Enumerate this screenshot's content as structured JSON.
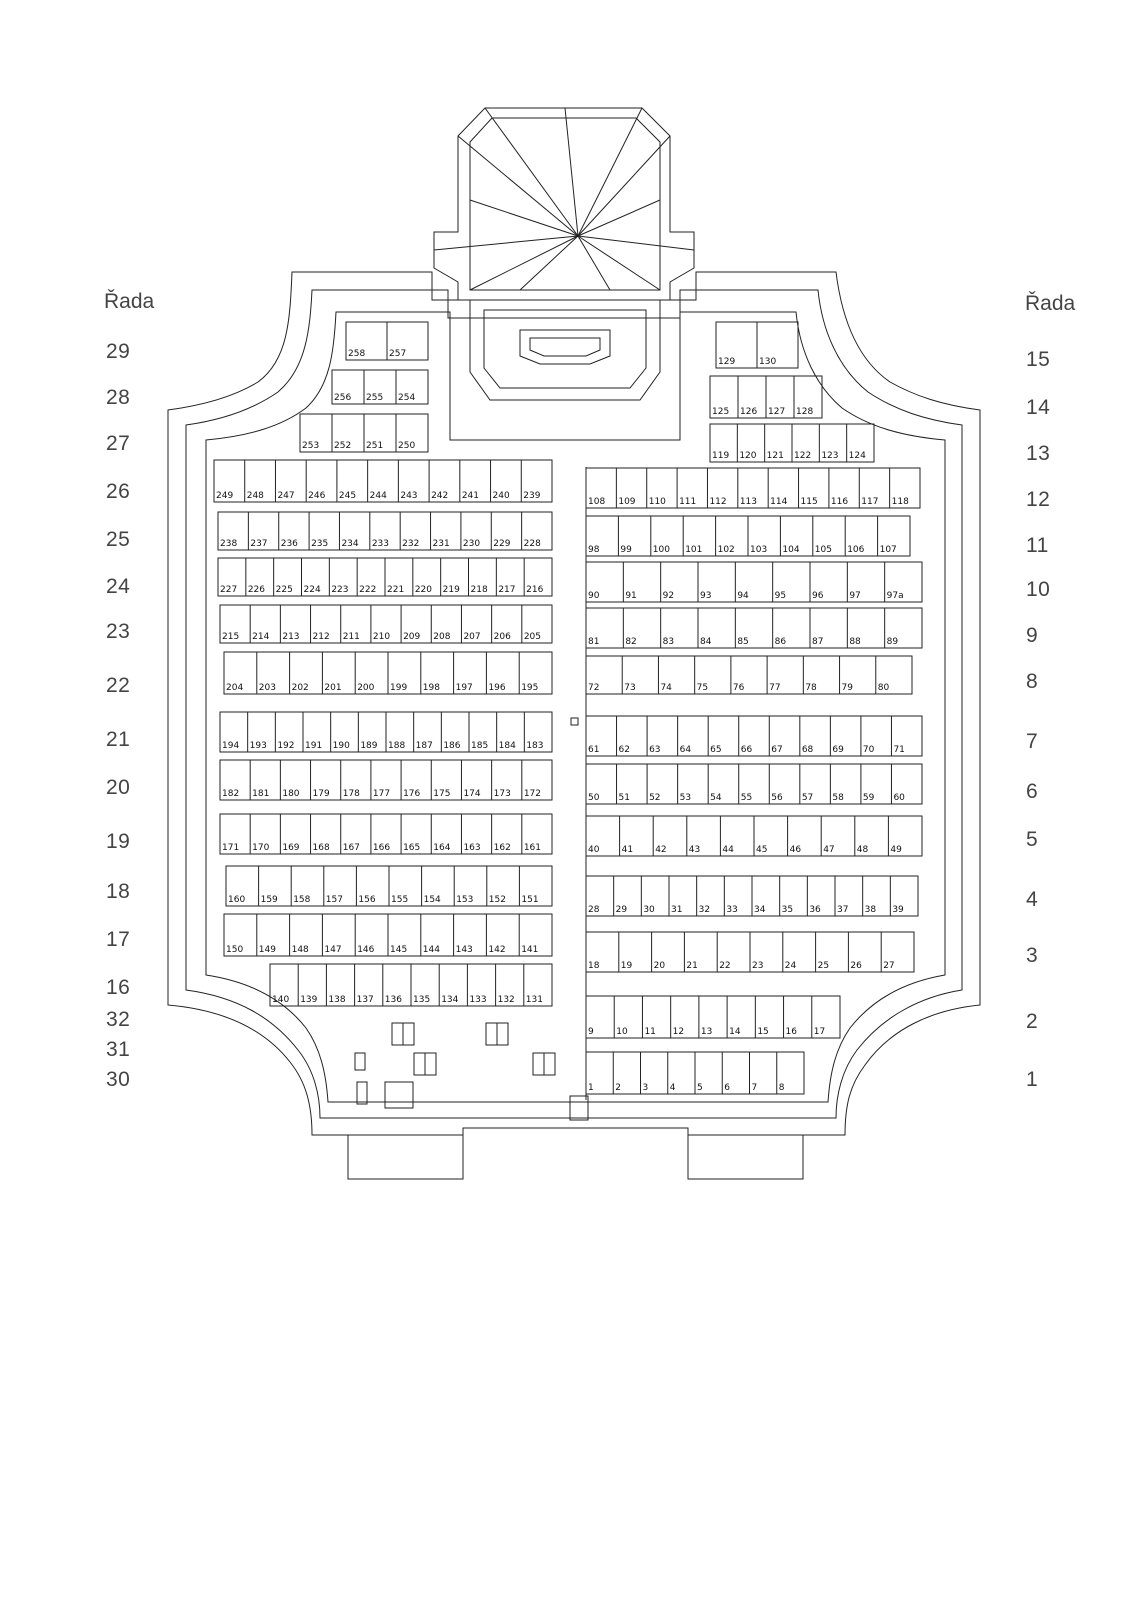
{
  "header_left": "Řada",
  "header_right": "Řada",
  "left_rows": [
    {
      "label": "29",
      "plots": [
        "258",
        "257"
      ]
    },
    {
      "label": "28",
      "plots": [
        "256",
        "255",
        "254"
      ]
    },
    {
      "label": "27",
      "plots": [
        "253",
        "252",
        "251",
        "250"
      ]
    },
    {
      "label": "26",
      "plots": [
        "249",
        "248",
        "247",
        "246",
        "245",
        "244",
        "243",
        "242",
        "241",
        "240",
        "239"
      ]
    },
    {
      "label": "25",
      "plots": [
        "238",
        "237",
        "236",
        "235",
        "234",
        "233",
        "232",
        "231",
        "230",
        "229",
        "228"
      ]
    },
    {
      "label": "24",
      "plots": [
        "227",
        "226",
        "225",
        "224",
        "223",
        "222",
        "221",
        "220",
        "219",
        "218",
        "217",
        "216"
      ]
    },
    {
      "label": "23",
      "plots": [
        "215",
        "214",
        "213",
        "212",
        "211",
        "210",
        "209",
        "208",
        "207",
        "206",
        "205"
      ]
    },
    {
      "label": "22",
      "plots": [
        "204",
        "203",
        "202",
        "201",
        "200",
        "199",
        "198",
        "197",
        "196",
        "195"
      ]
    },
    {
      "label": "21",
      "plots": [
        "194",
        "193",
        "192",
        "191",
        "190",
        "189",
        "188",
        "187",
        "186",
        "185",
        "184",
        "183"
      ]
    },
    {
      "label": "20",
      "plots": [
        "182",
        "181",
        "180",
        "179",
        "178",
        "177",
        "176",
        "175",
        "174",
        "173",
        "172"
      ]
    },
    {
      "label": "19",
      "plots": [
        "171",
        "170",
        "169",
        "168",
        "167",
        "166",
        "165",
        "164",
        "163",
        "162",
        "161"
      ]
    },
    {
      "label": "18",
      "plots": [
        "160",
        "159",
        "158",
        "157",
        "156",
        "155",
        "154",
        "153",
        "152",
        "151"
      ]
    },
    {
      "label": "17",
      "plots": [
        "150",
        "149",
        "148",
        "147",
        "146",
        "145",
        "144",
        "143",
        "142",
        "141"
      ]
    },
    {
      "label": "16",
      "plots": [
        "140",
        "139",
        "138",
        "137",
        "136",
        "135",
        "134",
        "133",
        "132",
        "131"
      ]
    },
    {
      "label": "32",
      "plots": []
    },
    {
      "label": "31",
      "plots": []
    },
    {
      "label": "30",
      "plots": []
    }
  ],
  "right_rows": [
    {
      "label": "15",
      "plots": [
        "129",
        "130"
      ]
    },
    {
      "label": "14",
      "plots": [
        "125",
        "126",
        "127",
        "128"
      ]
    },
    {
      "label": "13",
      "plots": [
        "119",
        "120",
        "121",
        "122",
        "123",
        "124"
      ]
    },
    {
      "label": "12",
      "plots": [
        "108",
        "109",
        "110",
        "111",
        "112",
        "113",
        "114",
        "115",
        "116",
        "117",
        "118"
      ]
    },
    {
      "label": "11",
      "plots": [
        "98",
        "99",
        "100",
        "101",
        "102",
        "103",
        "104",
        "105",
        "106",
        "107"
      ]
    },
    {
      "label": "10",
      "plots": [
        "90",
        "91",
        "92",
        "93",
        "94",
        "95",
        "96",
        "97",
        "97a"
      ]
    },
    {
      "label": "9",
      "plots": [
        "81",
        "82",
        "83",
        "84",
        "85",
        "86",
        "87",
        "88",
        "89"
      ]
    },
    {
      "label": "8",
      "plots": [
        "72",
        "73",
        "74",
        "75",
        "76",
        "77",
        "78",
        "79",
        "80"
      ]
    },
    {
      "label": "7",
      "plots": [
        "61",
        "62",
        "63",
        "64",
        "65",
        "66",
        "67",
        "68",
        "69",
        "70",
        "71"
      ]
    },
    {
      "label": "6",
      "plots": [
        "50",
        "51",
        "52",
        "53",
        "54",
        "55",
        "56",
        "57",
        "58",
        "59",
        "60"
      ]
    },
    {
      "label": "5",
      "plots": [
        "40",
        "41",
        "42",
        "43",
        "44",
        "45",
        "46",
        "47",
        "48",
        "49"
      ]
    },
    {
      "label": "4",
      "plots": [
        "28",
        "29",
        "30",
        "31",
        "32",
        "33",
        "34",
        "35",
        "36",
        "37",
        "38",
        "39"
      ]
    },
    {
      "label": "3",
      "plots": [
        "18",
        "19",
        "20",
        "21",
        "22",
        "23",
        "24",
        "25",
        "26",
        "27"
      ]
    },
    {
      "label": "2",
      "plots": [
        "9",
        "10",
        "11",
        "12",
        "13",
        "14",
        "15",
        "16",
        "17"
      ]
    },
    {
      "label": "1",
      "plots": [
        "1",
        "2",
        "3",
        "4",
        "5",
        "6",
        "7",
        "8"
      ]
    }
  ]
}
